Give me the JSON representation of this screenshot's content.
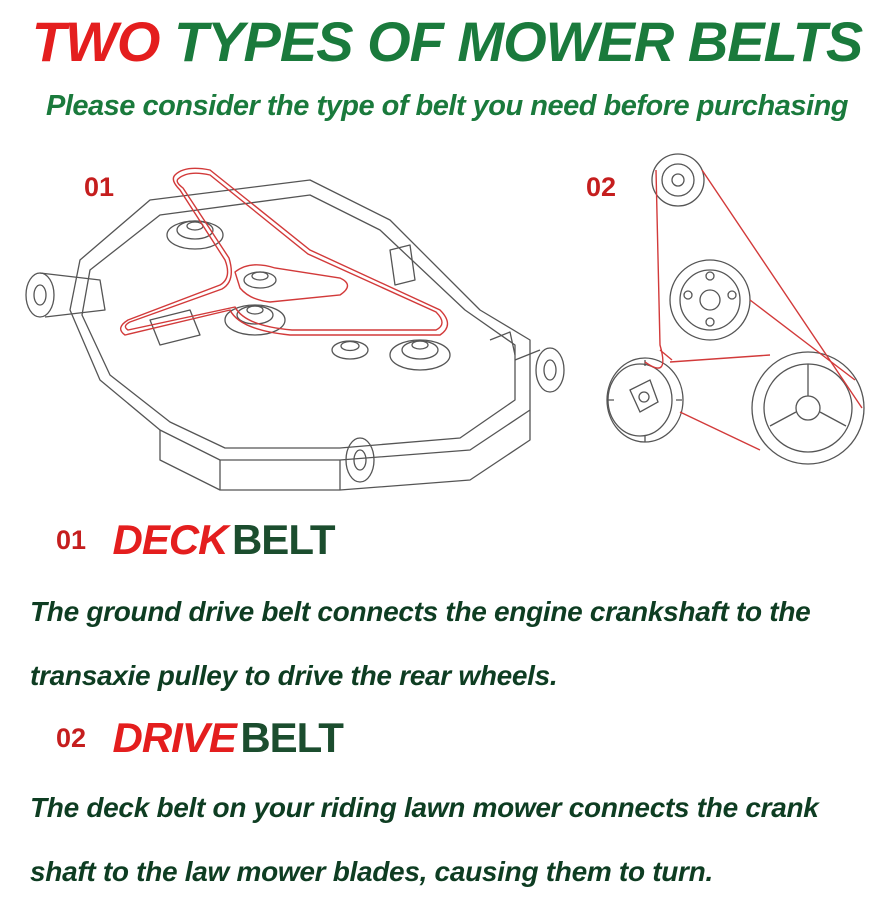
{
  "header": {
    "title_red": "TWO",
    "title_green": "TYPES OF MOWER BELTS",
    "subtitle": "Please consider the type of belt you need before purchasing"
  },
  "figures": [
    {
      "number": "01"
    },
    {
      "number": "02"
    }
  ],
  "sections": [
    {
      "number": "01",
      "highlight": "DECK",
      "rest": "BELT",
      "lines": [
        "The ground drive belt connects the engine crankshaft to the",
        "transaxie pulley to drive the rear wheels."
      ]
    },
    {
      "number": "02",
      "highlight": "DRIVE",
      "rest": "BELT",
      "lines": [
        "The deck belt on your riding lawn mower connects the crank",
        "shaft to the law mower blades, causing them to turn."
      ]
    }
  ],
  "colors": {
    "title_red": "#e41e1e",
    "title_green": "#1a7a3c",
    "number_red": "#c51e1e",
    "body_green": "#0e3d22",
    "belt_red": "#d23a3a",
    "line_gray": "#555555"
  },
  "icons": [
    "mower-deck-diagram",
    "drive-belt-pulley-diagram"
  ]
}
